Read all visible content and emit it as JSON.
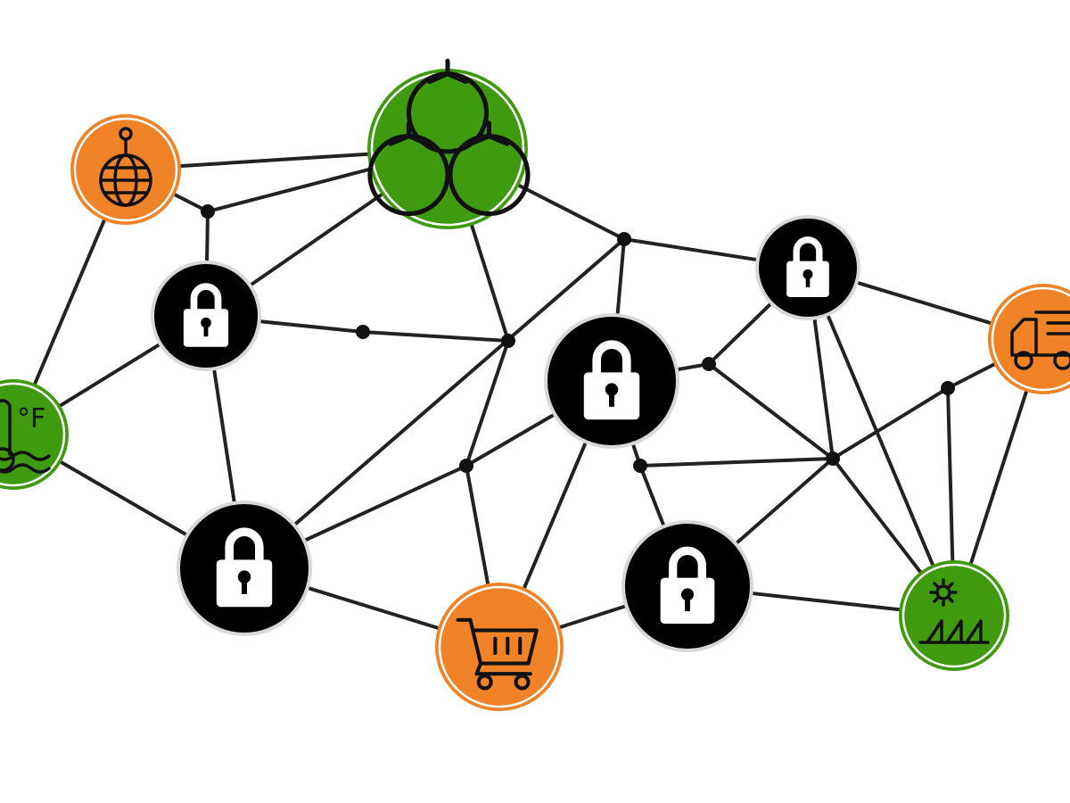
{
  "colors": {
    "orange": "#f08228",
    "green": "#3f9a10",
    "lock": "#000000",
    "edge": "#222222",
    "ring": "#ffffff"
  },
  "nodes": [
    {
      "id": "globe",
      "icon": "globe-pin-icon",
      "color": "orange"
    },
    {
      "id": "tomatoes",
      "icon": "tomatoes-icon",
      "color": "green"
    },
    {
      "id": "lock-1",
      "icon": "padlock-icon",
      "color": "lock"
    },
    {
      "id": "thermometer",
      "icon": "thermometer-water-icon",
      "color": "green",
      "label": "°F"
    },
    {
      "id": "lock-2",
      "icon": "padlock-icon",
      "color": "lock"
    },
    {
      "id": "lock-3",
      "icon": "padlock-icon",
      "color": "lock"
    },
    {
      "id": "lock-4",
      "icon": "padlock-icon",
      "color": "lock"
    },
    {
      "id": "truck",
      "icon": "truck-icon",
      "color": "orange"
    },
    {
      "id": "cart",
      "icon": "shopping-cart-icon",
      "color": "orange"
    },
    {
      "id": "lock-5",
      "icon": "padlock-icon",
      "color": "lock"
    },
    {
      "id": "solar",
      "icon": "solar-panel-icon",
      "color": "green"
    }
  ]
}
